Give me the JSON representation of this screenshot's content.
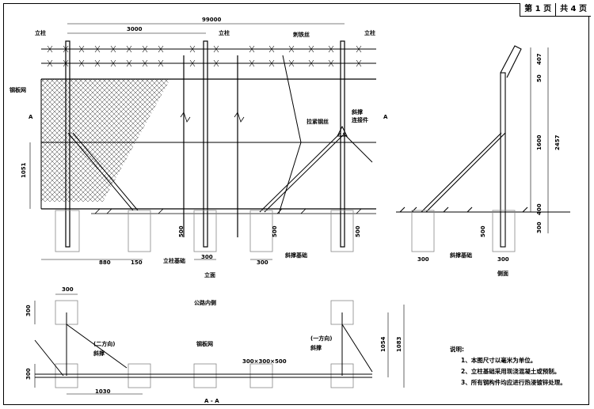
{
  "page_indicator": {
    "page": "第 1 页",
    "total": "共 4 页"
  },
  "elevation": {
    "title": "立面",
    "dims": {
      "total": "99000",
      "post_spacing": "3000",
      "mesh_height": "1051",
      "bottom_span": "880",
      "small_span": "150",
      "post_found_w": "300",
      "found_depth": "500"
    },
    "labels": {
      "post": "立柱",
      "barbed_wire": "刺铁丝",
      "mesh": "钢板网",
      "brace": "斜撑",
      "connector": "连接件",
      "tie_wire": "拉紧钢丝",
      "post_foundation": "立柱基础",
      "brace_foundation": "斜撑基础",
      "section_mark": "A"
    }
  },
  "side": {
    "title": "侧面",
    "dims": {
      "top": "407",
      "gap": "50",
      "mid": "1600",
      "total": "2457",
      "base": "400",
      "found": "300",
      "depth": "500",
      "w1": "300",
      "w2": "300"
    },
    "labels": {
      "brace_foundation": "斜撑基础"
    }
  },
  "plan": {
    "title": "A - A",
    "labels": {
      "road_inside": "公路内侧",
      "direction_left": "(二方向)",
      "direction_right": "(一方向)",
      "brace": "斜撑",
      "mesh": "钢板网",
      "footing": "300×300×500"
    },
    "dims": {
      "top_w": "300",
      "left_h1": "300",
      "left_h2": "300",
      "bottom": "1030",
      "right1": "1054",
      "right2": "1083"
    }
  },
  "notes": {
    "heading": "说明:",
    "items": [
      "1、本图尺寸以毫米为单位。",
      "2、立柱基础采用现浇混凝土或预制。",
      "3、所有钢构件均应进行热浸镀锌处理。"
    ]
  }
}
